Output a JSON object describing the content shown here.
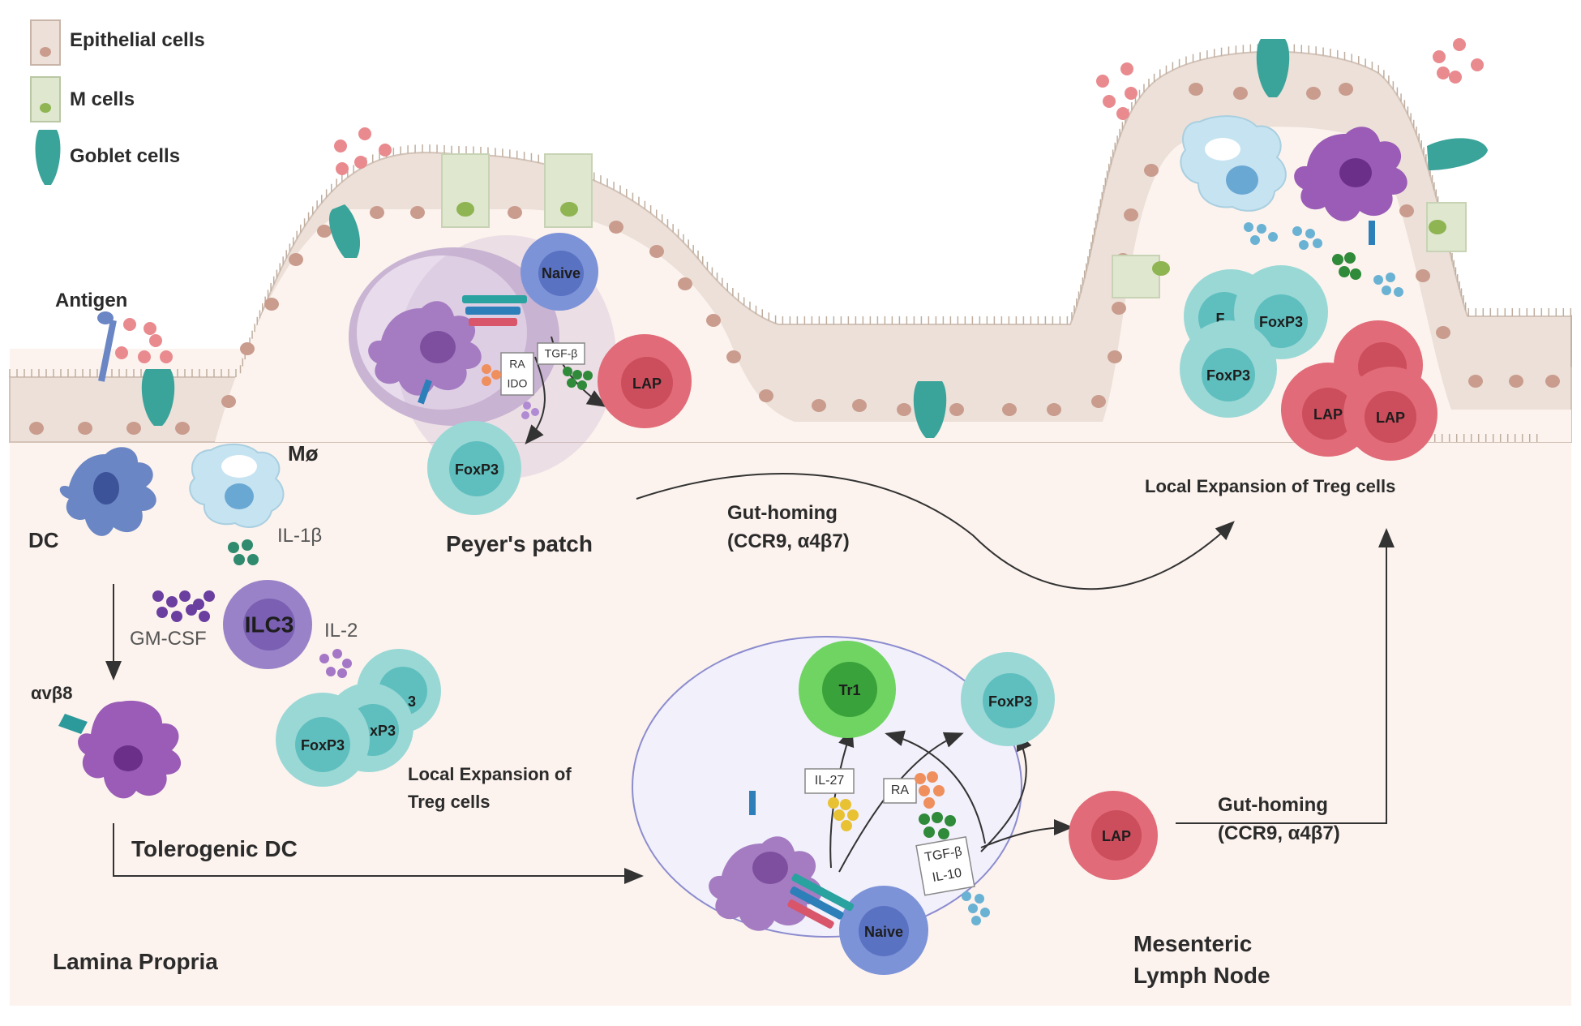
{
  "legend": {
    "epithelial": "Epithelial cells",
    "m_cells": "M cells",
    "goblet": "Goblet cells"
  },
  "labels": {
    "antigen": "Antigen",
    "dc": "DC",
    "macrophage": "Mø",
    "il1b": "IL-1β",
    "gmcsf": "GM-CSF",
    "ilc3": "ILC3",
    "il2": "IL-2",
    "avb8": "αvβ8",
    "tolerogenic_dc": "Tolerogenic DC",
    "lamina_propria": "Lamina Propria",
    "local_expansion_left": [
      "Local Expansion of",
      "Treg cells"
    ],
    "peyers_patch": "Peyer's patch",
    "gut_homing_1": [
      "Gut-homing",
      "(CCR9, α4β7)"
    ],
    "local_expansion_right": "Local Expansion of Treg cells",
    "gut_homing_2": [
      "Gut-homing",
      "(CCR9, α4β7)"
    ],
    "mesenteric": [
      "Mesenteric",
      "Lymph Node"
    ]
  },
  "cells": {
    "naive": "Naive",
    "lap": "LAP",
    "foxp3": "FoxP3",
    "tr1": "Tr1",
    "foxp3_partial": "xP3",
    "foxp3_partial_2": "3",
    "foxp3_partial_right": "F"
  },
  "boxes": {
    "pp_ra": "RA",
    "pp_ido": "IDO",
    "pp_tgfb": "TGF-β",
    "ln_il27": "IL-27",
    "ln_ra": "RA",
    "ln_tgfb": "TGF-β",
    "ln_il10": "IL-10"
  },
  "colors": {
    "lamina_bg": "#fcf3ee",
    "epithelium": "#ece0d8",
    "nucleus": "#c99c8e",
    "m_cell": "#dfe7cf",
    "m_nucleus": "#8fb452",
    "goblet": "#3aa39a",
    "pp_outer": "#c9b5d3",
    "pp_inner": "#e8dbec",
    "ln_fill": "#f1f0fb",
    "foxp3": "#9ad8d6",
    "lap": "#e16b78",
    "naive": "#7d93d8",
    "tr1": "#6fd462",
    "dc_blue": "#6a86c4",
    "tdc_purple": "#9a5cb6",
    "ilc3": "#9a82c8",
    "macrophage": "#c6e3f1",
    "antigen": "#e98a8f"
  }
}
